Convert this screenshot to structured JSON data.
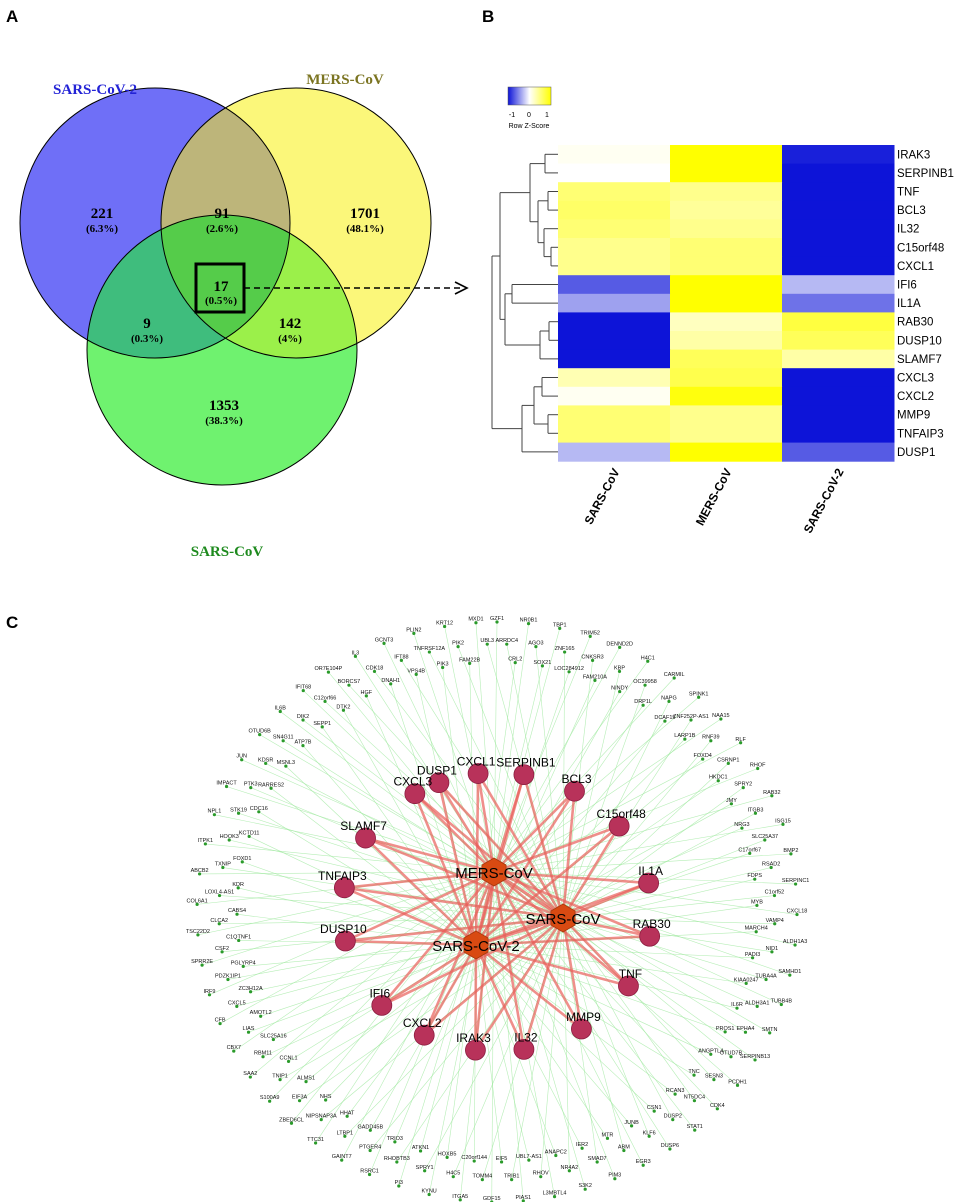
{
  "panel_labels": {
    "a": "A",
    "b": "B",
    "c": "C"
  },
  "venn": {
    "sets": [
      {
        "name": "SARS-CoV-2",
        "color": "#6f6ff7",
        "label_color": "#2323d6"
      },
      {
        "name": "MERS-CoV",
        "color": "#fbf77a",
        "label_color": "#7b7421"
      },
      {
        "name": "SARS-CoV",
        "color": "#6ff26f",
        "label_color": "#1e8a1e"
      }
    ],
    "regions": [
      {
        "id": "sars2_only",
        "count": "221",
        "pct": "(6.3%)"
      },
      {
        "id": "sars2_mers",
        "count": "91",
        "pct": "(2.6%)"
      },
      {
        "id": "mers_only",
        "count": "1701",
        "pct": "(48.1%)"
      },
      {
        "id": "all_three",
        "count": "17",
        "pct": "(0.5%)"
      },
      {
        "id": "sars2_sars",
        "count": "9",
        "pct": "(0.3%)"
      },
      {
        "id": "mers_sars",
        "count": "142",
        "pct": "(4%)"
      },
      {
        "id": "sars_only",
        "count": "1353",
        "pct": "(38.3%)"
      }
    ],
    "region_colors": {
      "sars2_mers": "#bdb57a",
      "sars2_sars": "#3fbd7d",
      "mers_sars": "#9bf04a",
      "all_three": "#55cc4a"
    }
  },
  "heatmap": {
    "legend_title": "Row Z-Score",
    "legend_ticks": [
      "-1",
      "0",
      "1"
    ],
    "columns": [
      "SARS-CoV",
      "MERS-CoV",
      "SARS-CoV-2"
    ],
    "rows": [
      "IRAK3",
      "SERPINB1",
      "TNF",
      "BCL3",
      "IL32",
      "C15orf48",
      "CXCL1",
      "IFI6",
      "IL1A",
      "RAB30",
      "DUSP10",
      "SLAMF7",
      "CXCL3",
      "CXCL2",
      "MMP9",
      "TNFAIP3",
      "DUSP1"
    ],
    "values": [
      [
        0.05,
        1.0,
        -0.95
      ],
      [
        0.0,
        1.0,
        -1.0
      ],
      [
        0.55,
        0.45,
        -1.0
      ],
      [
        0.6,
        0.4,
        -1.0
      ],
      [
        0.55,
        0.45,
        -1.0
      ],
      [
        0.45,
        0.55,
        -1.0
      ],
      [
        0.45,
        0.55,
        -1.0
      ],
      [
        -0.7,
        1.0,
        -0.3
      ],
      [
        -0.4,
        1.0,
        -0.6
      ],
      [
        -1.0,
        0.25,
        0.75
      ],
      [
        -1.0,
        0.35,
        0.65
      ],
      [
        -1.0,
        0.65,
        0.35
      ],
      [
        0.3,
        0.7,
        -1.0
      ],
      [
        0.05,
        0.95,
        -1.0
      ],
      [
        0.55,
        0.45,
        -1.0
      ],
      [
        0.55,
        0.45,
        -1.0
      ],
      [
        -0.3,
        1.0,
        -0.7
      ]
    ]
  },
  "network": {
    "hubs": [
      "MERS-CoV",
      "SARS-CoV",
      "SARS-CoV-2"
    ],
    "core_genes": [
      "DUSP1",
      "CXCL1",
      "SERPINB1",
      "BCL3",
      "C15orf48",
      "IL1A",
      "RAB30",
      "TNF",
      "MMP9",
      "IL32",
      "IRAK3",
      "CXCL2",
      "IFI6",
      "DUSP10",
      "TNFAIP3",
      "SLAMF7",
      "CXCL3"
    ],
    "peripheral_genes": [
      "GZF1",
      "ARRDC4",
      "CRL2",
      "NR0B1",
      "AGO3",
      "SOX21",
      "TBP1",
      "ZNF165",
      "LOC284912",
      "TRIM52",
      "CNKSR3",
      "FAM210A",
      "DENND2D",
      "KBP",
      "NINDY",
      "H4C1",
      "OC39958",
      "DRP1L",
      "CARMIL",
      "NAPG",
      "DCAF15",
      "SPINK1",
      "ZNF252P-AS1",
      "LARP1B",
      "NAA15",
      "RNF39",
      "FOXD4",
      "RLF",
      "CSRNP1",
      "HKDC1",
      "RHOF",
      "SPRY2",
      "JMY",
      "RAB32",
      "ITGB3",
      "NRG3",
      "ISG15",
      "SLC25A37",
      "C17orf67",
      "BMP2",
      "RSAD2",
      "FDPS",
      "SERPINC1",
      "C1orf52",
      "MYB",
      "CXCL18",
      "VAMP4",
      "MARCH4",
      "ALDH1A3",
      "NID1",
      "PADI3",
      "SAMHD1",
      "TUBA4A",
      "KIAA0247",
      "TUBB4B",
      "ALDH3A1",
      "IL6R",
      "SMTN",
      "EPHA4",
      "PROS1",
      "SERPINB13",
      "OTUD7B",
      "ANGPTL4",
      "PCDH1",
      "SESN3",
      "TNC",
      "CDK4",
      "NT5DC4",
      "RCAN3",
      "STAT1",
      "DUSP2",
      "CSN1",
      "DUSP6",
      "KLF6",
      "JUNB",
      "EGR3",
      "ABM",
      "MTR",
      "PIM3",
      "SMAD7",
      "IER2",
      "S3K2",
      "NR4A2",
      "ANAPC2",
      "L3MBTL4",
      "RHOV",
      "UBL7-AS1",
      "PIAS1",
      "TRIB1",
      "EIF5",
      "GDF15",
      "TOMM4",
      "C20orf144",
      "ITGA5",
      "H4C5",
      "HOXB5",
      "KYNU",
      "SPRY1",
      "ATKN1",
      "PI3",
      "RHOBTB3",
      "TRIO3",
      "RSRC1",
      "PTGER4",
      "GADD45B",
      "GAINT7",
      "LTBP1",
      "HHAT",
      "TTC31",
      "NIPSNAP3A",
      "NHS",
      "ZBED6CL",
      "EIF3A",
      "ALMS1",
      "S100A9",
      "TNIP1",
      "CCNL1",
      "SAA2",
      "RBM11",
      "SLC25A16",
      "CBX7",
      "LIAS",
      "AMOTL2",
      "CFB",
      "CXCL5",
      "ZC3H12A",
      "IRF9",
      "PDZK1IP1",
      "PGLYRP4",
      "SPRR2E",
      "CSF2",
      "C1QTNF1",
      "TSC22D2",
      "CLCA2",
      "CABS4",
      "COL6A1",
      "LOXL4-AS1",
      "KDR",
      "ABCB2",
      "TXNIP",
      "FOXD1",
      "ITPK1",
      "HOOK3",
      "KCTD11",
      "NPL1",
      "STK19",
      "CDC16",
      "IMPACT",
      "PTK3",
      "RARRES2",
      "JUN",
      "KDSR",
      "MSNL3",
      "OTUD6B",
      "SN4G11",
      "ATP7B",
      "IL6B",
      "DIK2",
      "SEPP1",
      "IFIT68",
      "C12orf66",
      "DTK2",
      "OR7E104P",
      "BORCS7",
      "HGF",
      "IL3",
      "CDK18",
      "DNAH1",
      "GCNT3",
      "IFT88",
      "VPS4B",
      "PLIN2",
      "TNFRSF12A",
      "PIK3",
      "KRT12",
      "PIK2",
      "FAM22B",
      "MXD1",
      "UBL3"
    ]
  }
}
